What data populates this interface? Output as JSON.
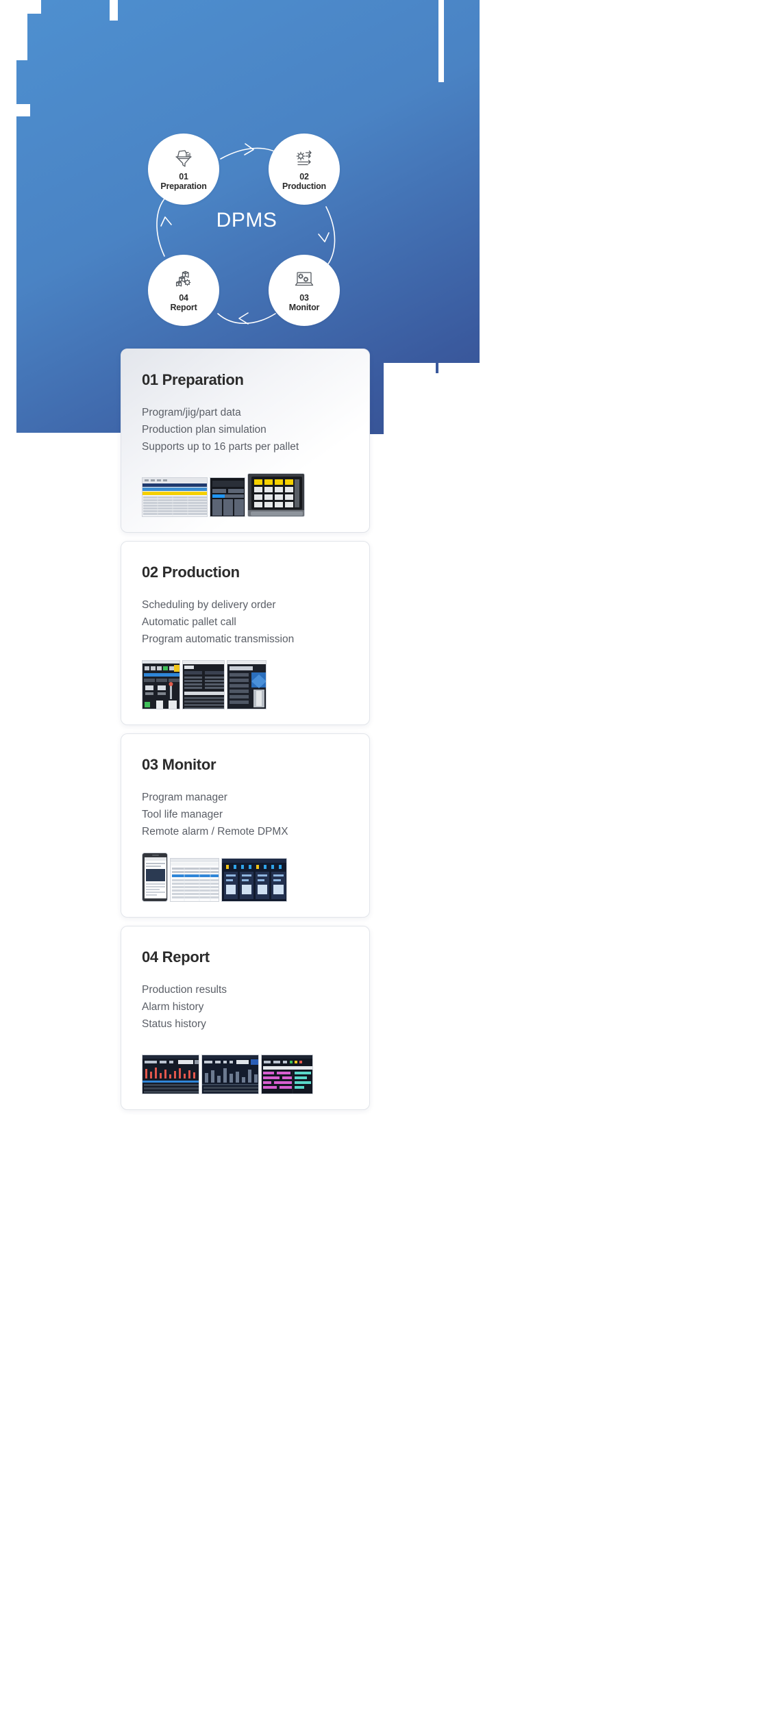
{
  "diagram": {
    "center_label": "DPMS",
    "accent_blue_top": "#4f8fce",
    "accent_blue_bottom": "#2e3a72",
    "nodes": [
      {
        "num": "01",
        "label": "Preparation",
        "icon": "funnel-data-icon"
      },
      {
        "num": "02",
        "label": "Production",
        "icon": "gear-flow-icon"
      },
      {
        "num": "03",
        "label": "Monitor",
        "icon": "laptop-gears-icon"
      },
      {
        "num": "04",
        "label": "Report",
        "icon": "blocks-gear-icon"
      }
    ]
  },
  "cards": [
    {
      "title": "01 Preparation",
      "lines": [
        "Program/jig/part data",
        "Production plan simulation",
        "Supports up to 16 parts per pallet"
      ],
      "thumbs": [
        "spreadsheet-screen",
        "keypad-panel-screen"
      ]
    },
    {
      "title": "02 Production",
      "lines": [
        "Scheduling by delivery order",
        "Automatic pallet call",
        "Program automatic transmission"
      ],
      "thumbs": [
        "control-panel-screen",
        "schedule-list-screen",
        "pallet-detail-screen"
      ]
    },
    {
      "title": "03 Monitor",
      "lines": [
        "Program manager",
        "Tool life manager",
        "Remote alarm / Remote DPMX"
      ],
      "thumbs": [
        "mobile-app-screen",
        "program-manager-screen",
        "machine-status-screen"
      ]
    },
    {
      "title": "04 Report",
      "lines": [
        "Production results",
        "Alarm history",
        "Status history"
      ],
      "thumbs": [
        "results-report-screen",
        "chart-report-screen",
        "grid-report-screen"
      ]
    }
  ]
}
